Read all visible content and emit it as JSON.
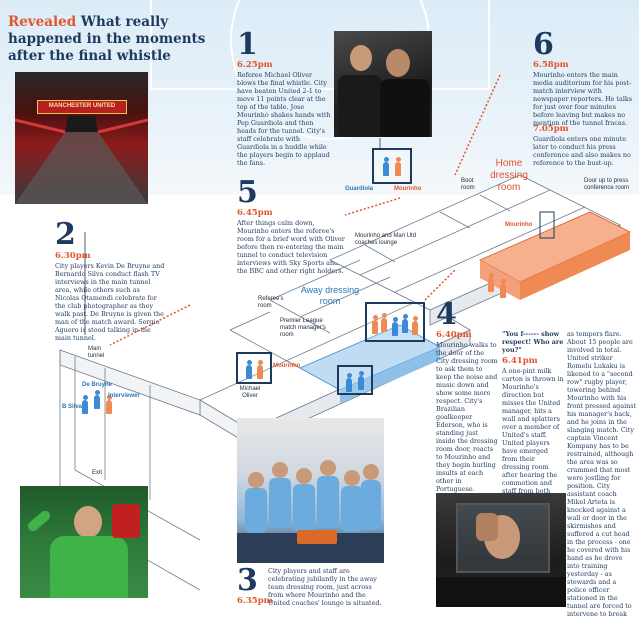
{
  "headline": {
    "kicker": "Revealed",
    "title": " What really happened in the moments after the final whistle"
  },
  "steps": {
    "s1": {
      "number": "1",
      "time": "6.25pm",
      "text": "Referee Michael Oliver blows the final whistle. City have beaten United 2-1 to move 11 points clear at the top of the table. Jose Mourinho shakes hands with Pep Guardiola and then heads for the tunnel. City's staff celebrate with Guardiola in a huddle while the players begin to applaud the fans."
    },
    "s2": {
      "number": "2",
      "time": "6.30pm",
      "text": "City players Kevin De Bruyne and Bernardo Silva conduct flash TV interviews in the main tunnel area, while others such as Nicolas Otamendi celebrate for the club photographer as they walk past. De Bruyne is given the man of the match award. Sergio Aguero is stood talking in the main tunnel."
    },
    "s3": {
      "number": "3",
      "time": "6.35pm",
      "text": "City players and staff are celebrating jubilantly in the away team dressing room, just across from where Mourinho and the United coaches' lounge is situated."
    },
    "s4": {
      "number": "4",
      "time": "6.40pm",
      "text": "Mourinho walks to the door of the City dressing room to ask them to keep the noise and music down and show some more respect. City's Brazilian goalkeeper Ederson, who is standing just inside the dressing room door, reacts to Mourinho and they begin hurling insults at each other in Portuguese. Mourinho reputedly tells Ederson in English:",
      "quote": "\"You f------ show respect! Who are you?\"",
      "time2": "6.41pm",
      "text2": "A one-pint milk carton is thrown in Mourinho's direction but misses the United manager, hits a wall and splatters over a member of United's staff. United players have emerged from their dressing room after hearing the commotion and staff from both clubs get involved",
      "text3": "as tempers flare. About 15 people are involved in total. United striker Romelu Lukaku is likened to a \"second row\" rugby player, towering behind Mourinho with his front pressed against his manager's back, and he joins in the slanging match. City captain Vincent Kompany has to be restrained, although the area was so crammed that most were jostling for position. City assistant coach Mikel Arteta is knocked against a wall or door in the skirmishes and suffered a cut head in the process - one he covered with his hand as he drove into training yesterday - as stewards and a police officer stationed in the tunnel are forced to intervene to break up the melee. The scuffle lasts for about two minutes."
    },
    "s5": {
      "number": "5",
      "time": "6.45pm",
      "text": "After things calm down, Mourinho enters the referee's room for a brief word with Oliver before then re-entering the main tunnel to conduct television interviews with Sky Sports and the BBC and other right holders."
    },
    "s6": {
      "number": "6",
      "time": "6.58pm",
      "text": "Mourinho enters the main media auditorium for his post-match interview with newspaper reporters. He talks for just over four minutes before leaving but makes no mention of the tunnel fracas.",
      "time2": "7.05pm",
      "text2": "Guardiola enters one minute later to conduct his press conference and also makes no reference to the bust-up."
    }
  },
  "diagram": {
    "home_room": "Home dressing room",
    "away_room": "Away dressing room",
    "boot_room": "Boot room",
    "door_press": "Door up to press conference room",
    "coaches_lounge": "Mourinho and Man Utd coaches lounge",
    "referees_room": "Referee's room",
    "pl_manager_room": "Premier League match manager's room",
    "main_tunnel": "Main tunnel",
    "exit": "Exit",
    "names": {
      "guardiola": "Guardiola",
      "mourinho": "Mourinho",
      "mourinho2": "Mourinho",
      "mourinho3": "Mourinho",
      "michael_oliver": "Michael Oliver",
      "de_bruyne": "De Bruyne",
      "interviewer": "Interviewer",
      "b_silva": "B Silva"
    }
  },
  "photo_labels": {
    "tunnel_sign": "MANCHESTER UNITED"
  },
  "colors": {
    "accent": "#e2552b",
    "navy": "#1d3a5f",
    "city_blue": "#3b8ad6",
    "united_orange": "#f08a55"
  }
}
